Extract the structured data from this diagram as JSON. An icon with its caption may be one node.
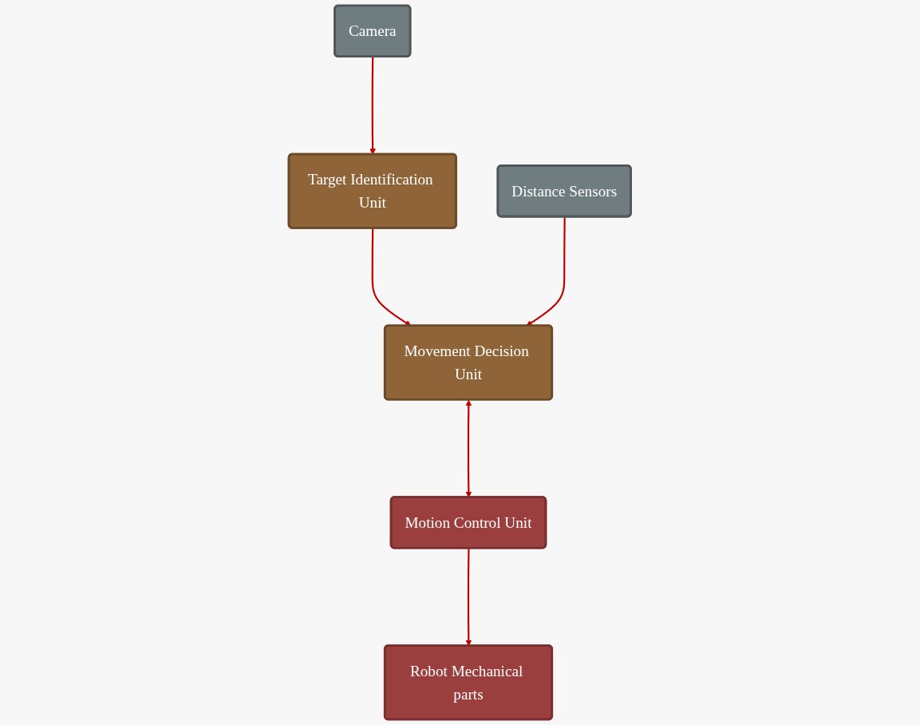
{
  "diagram": {
    "nodes": [
      {
        "text": [
          "Camera"
        ]
      },
      {
        "text": [
          "Target Identification Unit"
        ]
      },
      {
        "text": [
          "Distance Sensors"
        ]
      },
      {
        "text": [
          "Movement Decision Unit"
        ]
      },
      {
        "text": [
          "Motion Control Unit"
        ]
      },
      {
        "text": [
          "Robot Mechanical parts"
        ]
      }
    ],
    "edges": [
      {
        "from": 0,
        "to": 1,
        "arrow": "to"
      },
      {
        "from": 1,
        "to": 3,
        "arrow": "to"
      },
      {
        "from": 2,
        "to": 3,
        "arrow": "to"
      },
      {
        "from": 3,
        "to": 4,
        "arrow": "both"
      },
      {
        "from": 4,
        "to": 5,
        "arrow": "to"
      }
    ]
  }
}
